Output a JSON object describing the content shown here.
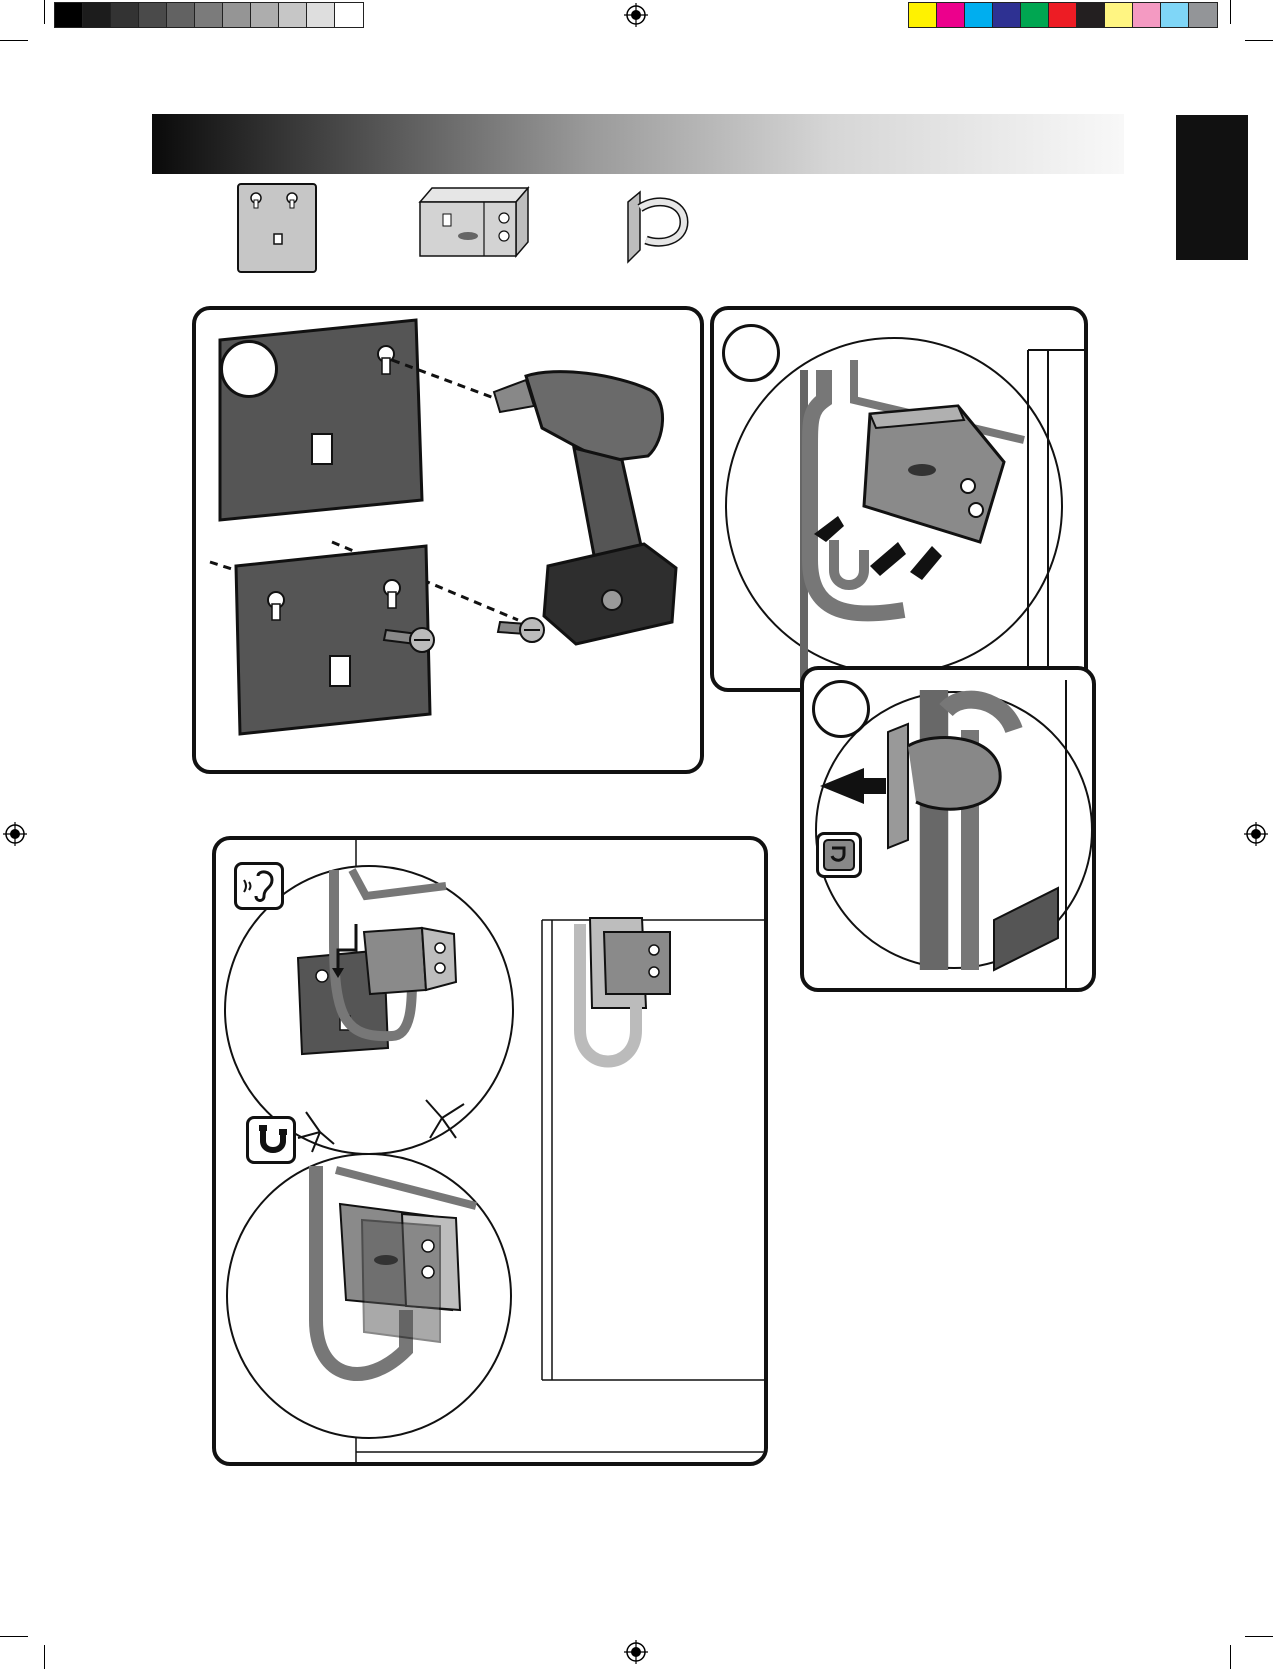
{
  "calibration": {
    "gray_swatches": [
      "#000000",
      "#1c1c1c",
      "#333333",
      "#4a4a4a",
      "#626262",
      "#7b7b7b",
      "#959595",
      "#adadad",
      "#c6c6c6",
      "#dedede",
      "#ffffff"
    ],
    "color_swatches": [
      "#fff200",
      "#ec008c",
      "#00aeef",
      "#2e3192",
      "#00a651",
      "#ed1c24",
      "#231f20",
      "#fff582",
      "#f49ac2",
      "#7fd6f7",
      "#939598"
    ]
  },
  "header": {
    "title": "",
    "side_tab_label": ""
  },
  "parts": [
    {
      "name": "mounting-plate"
    },
    {
      "name": "control-box"
    },
    {
      "name": "cable-clip"
    }
  ],
  "steps": [
    {
      "id": "step-1",
      "number": ""
    },
    {
      "id": "step-2",
      "number": ""
    },
    {
      "id": "step-3",
      "number": ""
    }
  ],
  "icons": {
    "listen": "ear-sound-icon",
    "magnet": "magnet-icon",
    "clip": "clip-attach-icon"
  },
  "colors": {
    "plate": "#555555",
    "outline": "#111111",
    "box": "#8a8a8a",
    "cable": "#777777"
  }
}
